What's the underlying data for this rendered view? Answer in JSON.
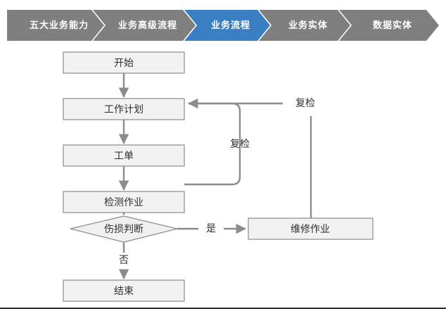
{
  "breadcrumb": {
    "active_color": "#3a7fc1",
    "inactive_color": "#7f7f7f",
    "text_color": "#ffffff",
    "items": [
      {
        "label": "五大业务能力",
        "active": false
      },
      {
        "label": "业务高级流程",
        "active": false
      },
      {
        "label": "业务流程",
        "active": true
      },
      {
        "label": "业务实体",
        "active": false
      },
      {
        "label": "数据实体",
        "active": false
      }
    ]
  },
  "flowchart": {
    "node_fill": "#f2f2f2",
    "node_border": "#8c8c8c",
    "connector_color": "#8c8c8c",
    "nodes": {
      "start": "开始",
      "work_plan": "工作计划",
      "work_order": "工单",
      "inspection": "检测作业",
      "damage_decision": "伤损判断",
      "repair": "维修作业",
      "end": "结束"
    },
    "edge_labels": {
      "recheck_inner": "复检",
      "recheck_outer": "复检",
      "yes": "是",
      "no": "否"
    }
  }
}
